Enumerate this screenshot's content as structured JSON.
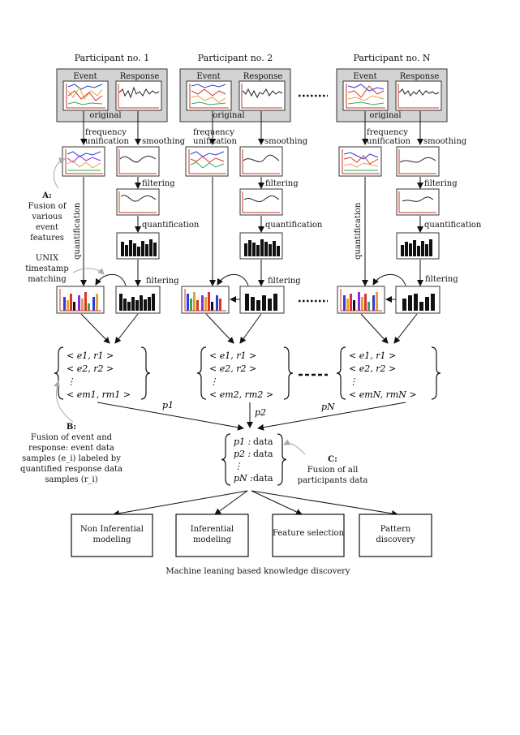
{
  "participants": [
    {
      "title": "Participant no. 1"
    },
    {
      "title": "Participant no. 2"
    },
    {
      "title": "Participant no. N"
    }
  ],
  "labels": {
    "event": "Event",
    "response": "Response",
    "original": "original",
    "frequency": "frequency",
    "unification": "unification",
    "smoothing": "smoothing",
    "filtering": "filtering",
    "quantification": "quantification"
  },
  "annotations": {
    "a_title": "A:",
    "a_lines": [
      "Fusion of",
      "various",
      "event",
      "features"
    ],
    "unix_lines": [
      "UNIX",
      "timestamp",
      "matching"
    ],
    "b_title": "B:",
    "b_lines": [
      "Fusion of event and",
      "response: event data",
      "samples (e_i) labeled by",
      "quantified response data",
      "samples (r_i)"
    ],
    "c_title": "C:",
    "c_lines": [
      "Fusion of all",
      "participants data"
    ]
  },
  "sets": [
    {
      "rows": [
        "< e1, r1 >",
        "< e2, r2 >",
        "⋮",
        "< em1, rm1 >"
      ],
      "edge": "p1"
    },
    {
      "rows": [
        "< e1, r1 >",
        "< e2, r2 >",
        "⋮",
        "< em2, rm2 >"
      ],
      "edge": "p2"
    },
    {
      "rows": [
        "< e1, r1 >",
        "< e2, r2 >",
        "⋮",
        "< emN, rmN >"
      ],
      "edge": "pN"
    }
  ],
  "fusion": {
    "rows": [
      {
        "p": "p1 :",
        "v": "data"
      },
      {
        "p": "p2 :",
        "v": "data"
      },
      {
        "p": "⋮",
        "v": ""
      },
      {
        "p": "pN :",
        "v": "data"
      }
    ]
  },
  "outputs": [
    {
      "lines": [
        "Non Inferential",
        "modeling"
      ]
    },
    {
      "lines": [
        "Inferential",
        "modeling"
      ]
    },
    {
      "lines": [
        "Feature selection"
      ]
    },
    {
      "lines": [
        "Pattern",
        "discovery"
      ]
    }
  ],
  "footer": "Machine leaning based knowledge discovery",
  "colors": {
    "panel": "#d3d3d3",
    "axis": "#c0392b",
    "blue": "#2b3fd6",
    "orange": "#e8a13a",
    "red": "#d9332b",
    "green": "#3aa655",
    "purple": "#8a2be2"
  }
}
